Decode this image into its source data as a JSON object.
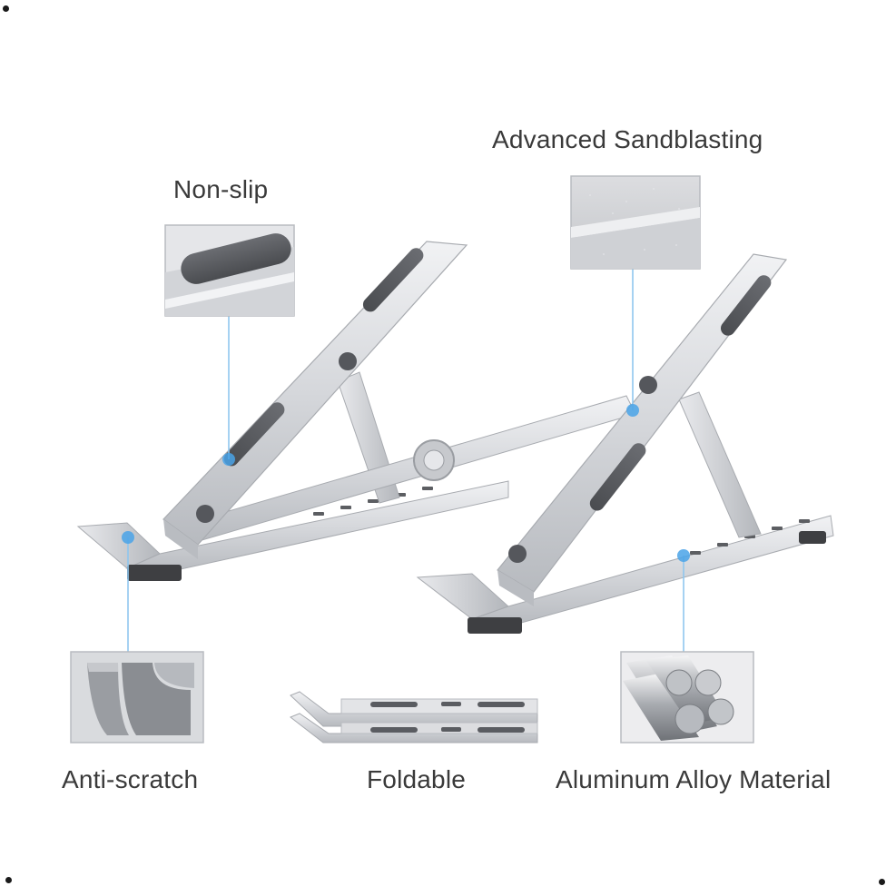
{
  "labels": {
    "non_slip": "Non-slip",
    "sandblasting": "Advanced Sandblasting",
    "anti_scratch": "Anti-scratch",
    "foldable": "Foldable",
    "aluminum": "Aluminum Alloy Material"
  },
  "colors": {
    "text": "#3a3a3a",
    "aluminum_light": "#e6e7ea",
    "aluminum_mid": "#c9cbcf",
    "aluminum_dark": "#9fa2a8",
    "pad": "#5a5c61",
    "callout_dot": "#4aa3e8",
    "callout_line": "#8fc6ee"
  },
  "icons": [
    "laptop-stand-illustration",
    "non-slip-pad-detail",
    "sandblast-surface-detail",
    "anti-scratch-hook-detail",
    "folded-stand-detail",
    "aluminum-rods-detail"
  ]
}
